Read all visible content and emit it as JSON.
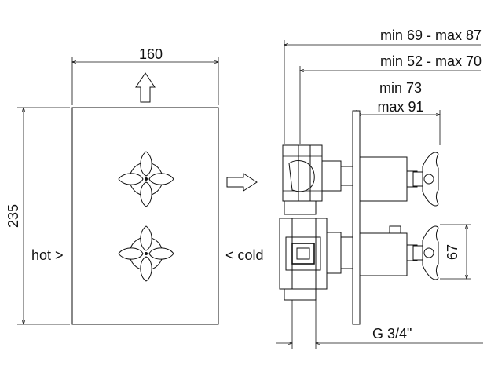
{
  "front_view": {
    "width_label": "160",
    "height_label": "235",
    "hot_label": "hot >",
    "cold_label": "< cold"
  },
  "side_view": {
    "dim_top": "min 69 - max 87",
    "dim_second": "min 52 - max 70",
    "dim_third_line1": "min 73",
    "dim_third_line2": "max 91",
    "dim_handle_spacing": "67",
    "dim_connection": "G 3/4\""
  },
  "icons": [
    "up-arrow-icon",
    "right-arrow-icon",
    "cross-handle-icon"
  ],
  "colors": {
    "line": "#111111",
    "background": "#ffffff"
  }
}
